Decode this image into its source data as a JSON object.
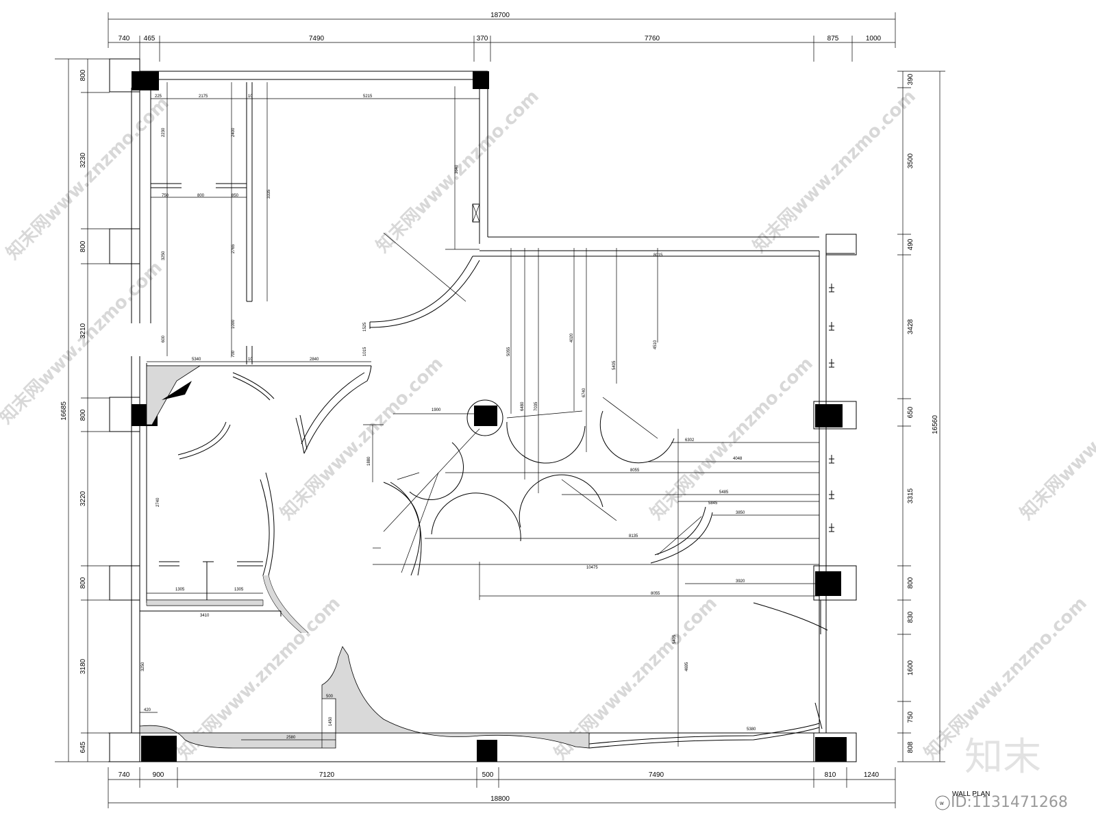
{
  "top_overall": "18700",
  "top_segments": [
    "740",
    "465",
    "7490",
    "370",
    "7760",
    "875",
    "1000"
  ],
  "bottom_overall": "18800",
  "bottom_segments": [
    "740",
    "900",
    "7120",
    "500",
    "7490",
    "810",
    "1240"
  ],
  "left_overall": "16685",
  "left_segments": [
    "800",
    "3230",
    "800",
    "3210",
    "800",
    "3220",
    "800",
    "3180",
    "645"
  ],
  "right_overall": "16560",
  "right_segments": [
    "390",
    "3500",
    "490",
    "3428",
    "650",
    "3315",
    "800",
    "830",
    "1600",
    "750",
    "808"
  ],
  "inner": {
    "top_room": [
      "225",
      "2175",
      "10",
      "5215"
    ],
    "vert_room": [
      "2230",
      "2400",
      "3335",
      "3250",
      "2765",
      "1000"
    ],
    "row1": [
      "750",
      "800",
      "850"
    ],
    "mid": [
      "5340",
      "700",
      "10",
      "2840",
      "1015",
      "1525",
      "600",
      "3640"
    ],
    "right_room": [
      "8015",
      "5055",
      "6480",
      "7035",
      "4020",
      "6740",
      "5405",
      "4510",
      "1900",
      "1880",
      "6302",
      "4048",
      "8055",
      "5485",
      "5845",
      "3850",
      "8135",
      "10475",
      "3920",
      "8055",
      "5405",
      "4695",
      "5380"
    ],
    "lower": [
      "2740",
      "1305",
      "1305",
      "3410",
      "2580",
      "3250",
      "1450",
      "500",
      "420"
    ]
  },
  "watermark": "知末网www.znzmo.com",
  "logo_text": "知末",
  "id_text": "ID:1131471268",
  "plan_label": "WALL PLAN"
}
